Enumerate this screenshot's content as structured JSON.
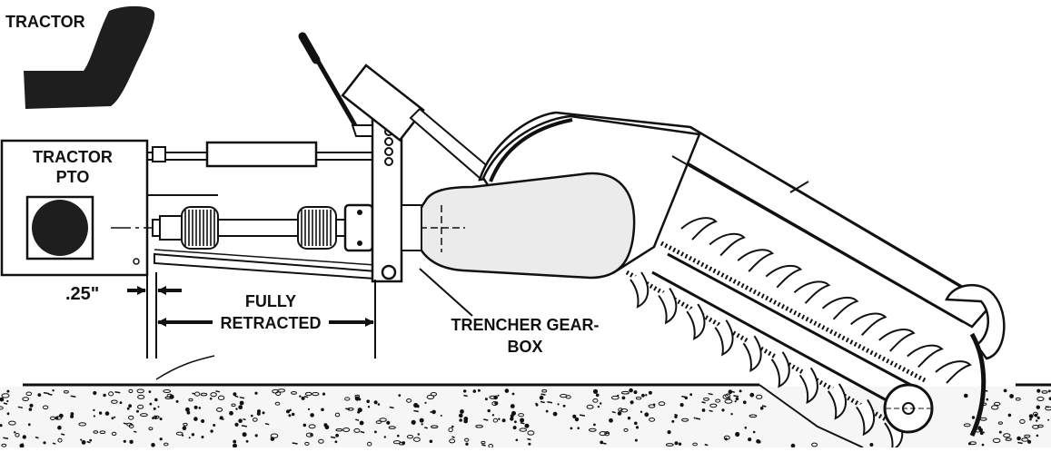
{
  "labels": {
    "tractor": "TRACTOR",
    "tractor_pto_line1": "TRACTOR",
    "tractor_pto_line2": "PTO",
    "clearance": ".25\"",
    "fully_line1": "FULLY",
    "fully_line2": "RETRACTED",
    "gearbox_line1": "TRENCHER GEAR-",
    "gearbox_line2": "BOX"
  },
  "colors": {
    "ink": "#111111",
    "fill_dark": "#1e1e1e",
    "fill_light": "#ebebeb",
    "background": "#ffffff"
  }
}
